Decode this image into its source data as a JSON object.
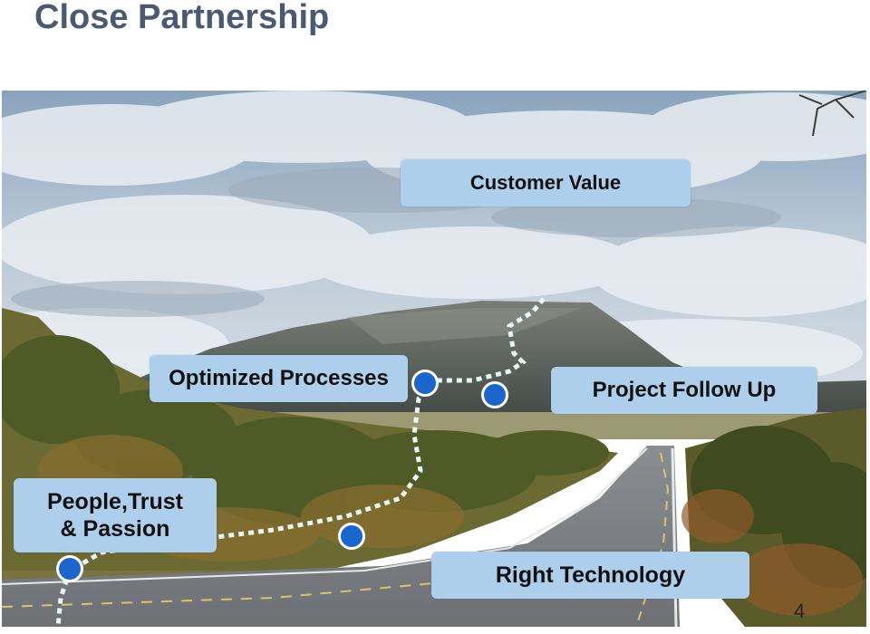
{
  "slide": {
    "title": "Close Partnership",
    "page_number": "4"
  },
  "labels": {
    "customer_value": "Customer  Value",
    "optimized_processes": "Optimized Processes",
    "project_follow_up": "Project Follow Up",
    "people_trust_line1": "People,Trust",
    "people_trust_line2": "& Passion",
    "right_technology": "Right Technology"
  },
  "colors": {
    "title": "#4a5a72",
    "label_box": "#aecfec",
    "milestone": "#1a66cc",
    "path": "#dff3f3"
  }
}
